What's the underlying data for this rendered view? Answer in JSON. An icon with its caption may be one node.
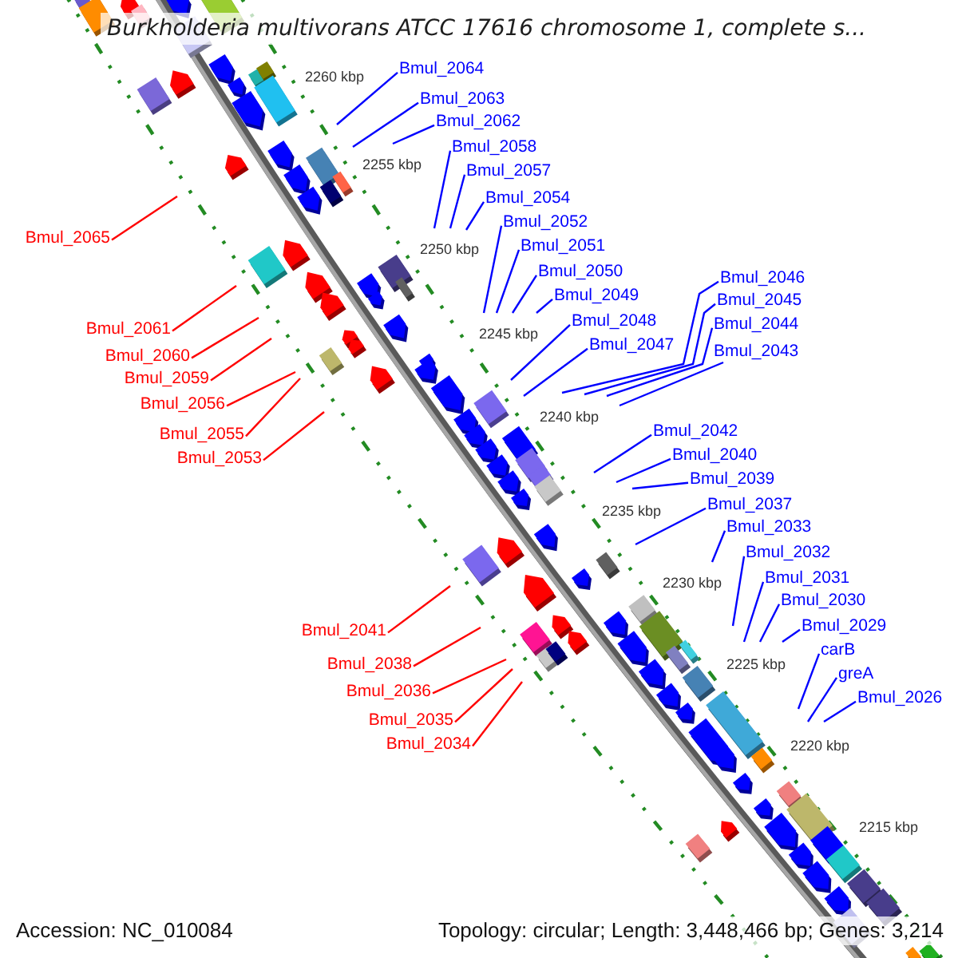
{
  "diagram": {
    "title": "Burkholderia multivorans ATCC 17616 chromosome 1, complete s...",
    "nodes": [
      {
        "text": [
          "Bmul_2064"
        ]
      },
      {
        "text": [
          "Bmul_2063"
        ]
      },
      {
        "text": [
          "Bmul_2062"
        ]
      },
      {
        "text": [
          "Bmul_2058"
        ]
      },
      {
        "text": [
          "Bmul_2057"
        ]
      },
      {
        "text": [
          "Bmul_2054"
        ]
      },
      {
        "text": [
          "Bmul_2052"
        ]
      },
      {
        "text": [
          "Bmul_2065"
        ]
      },
      {
        "text": [
          "Bmul_2051"
        ]
      },
      {
        "text": [
          "Bmul_2050"
        ]
      },
      {
        "text": [
          "Bmul_2046"
        ]
      },
      {
        "text": [
          "Bmul_2049"
        ]
      },
      {
        "text": [
          "Bmul_2045"
        ]
      },
      {
        "text": [
          "Bmul_2048"
        ]
      },
      {
        "text": [
          "Bmul_2044"
        ]
      },
      {
        "text": [
          "Bmul_2061"
        ]
      },
      {
        "text": [
          "Bmul_2047"
        ]
      },
      {
        "text": [
          "Bmul_2043"
        ]
      },
      {
        "text": [
          "Bmul_2060"
        ]
      },
      {
        "text": [
          "Bmul_2059"
        ]
      },
      {
        "text": [
          "Bmul_2056"
        ]
      },
      {
        "text": [
          "Bmul_2042"
        ]
      },
      {
        "text": [
          "Bmul_2055"
        ]
      },
      {
        "text": [
          "Bmul_2040"
        ]
      },
      {
        "text": [
          "Bmul_2053"
        ]
      },
      {
        "text": [
          "Bmul_2039"
        ]
      },
      {
        "text": [
          "Bmul_2037"
        ]
      },
      {
        "text": [
          "Bmul_2033"
        ]
      },
      {
        "text": [
          "Bmul_2032"
        ]
      },
      {
        "text": [
          "Bmul_2031"
        ]
      },
      {
        "text": [
          "Bmul_2030"
        ]
      },
      {
        "text": [
          "Bmul_2029"
        ]
      },
      {
        "text": [
          "Bmul_2041"
        ]
      },
      {
        "text": [
          "carB"
        ]
      },
      {
        "text": [
          "Bmul_2038"
        ]
      },
      {
        "text": [
          "greA"
        ]
      },
      {
        "text": [
          "Bmul_2036"
        ]
      },
      {
        "text": [
          "Bmul_2026"
        ]
      },
      {
        "text": [
          "Bmul_2035"
        ]
      },
      {
        "text": [
          "Bmul_2034"
        ]
      }
    ],
    "edges": [
      {
        "from": 0,
        "to": null,
        "arrow": "none"
      },
      {
        "from": 1,
        "to": null,
        "arrow": "none"
      },
      {
        "from": 2,
        "to": null,
        "arrow": "none"
      },
      {
        "from": 3,
        "to": null,
        "arrow": "none"
      },
      {
        "from": 4,
        "to": null,
        "arrow": "none"
      },
      {
        "from": 5,
        "to": null,
        "arrow": "none"
      },
      {
        "from": 6,
        "to": null,
        "arrow": "none"
      },
      {
        "from": 7,
        "to": null,
        "arrow": "none",
        "color": "#ff0000"
      },
      {
        "from": 8,
        "to": null,
        "arrow": "none"
      },
      {
        "from": 9,
        "to": null,
        "arrow": "none"
      },
      {
        "from": 10,
        "to": null,
        "arrow": "none"
      },
      {
        "from": 11,
        "to": null,
        "arrow": "none"
      },
      {
        "from": 12,
        "to": null,
        "arrow": "none"
      },
      {
        "from": 13,
        "to": null,
        "arrow": "none"
      },
      {
        "from": 14,
        "to": null,
        "arrow": "none"
      },
      {
        "from": 15,
        "to": null,
        "arrow": "none",
        "color": "#ff0000"
      },
      {
        "from": 16,
        "to": null,
        "arrow": "none"
      },
      {
        "from": 17,
        "to": null,
        "arrow": "none"
      },
      {
        "from": 18,
        "to": null,
        "arrow": "none",
        "color": "#ff0000"
      },
      {
        "from": 19,
        "to": null,
        "arrow": "none",
        "color": "#ff0000"
      },
      {
        "from": 20,
        "to": null,
        "arrow": "none",
        "color": "#ff0000"
      },
      {
        "from": 21,
        "to": null,
        "arrow": "none"
      },
      {
        "from": 22,
        "to": null,
        "arrow": "none",
        "color": "#ff0000"
      },
      {
        "from": 23,
        "to": null,
        "arrow": "none"
      },
      {
        "from": 24,
        "to": null,
        "arrow": "none",
        "color": "#ff0000"
      },
      {
        "from": 25,
        "to": null,
        "arrow": "none"
      },
      {
        "from": 26,
        "to": null,
        "arrow": "none"
      },
      {
        "from": 27,
        "to": null,
        "arrow": "none"
      },
      {
        "from": 28,
        "to": null,
        "arrow": "none"
      },
      {
        "from": 29,
        "to": null,
        "arrow": "none"
      },
      {
        "from": 30,
        "to": null,
        "arrow": "none"
      },
      {
        "from": 31,
        "to": null,
        "arrow": "none"
      },
      {
        "from": 32,
        "to": null,
        "arrow": "none",
        "color": "#ff0000"
      },
      {
        "from": 33,
        "to": null,
        "arrow": "none"
      },
      {
        "from": 34,
        "to": null,
        "arrow": "none",
        "color": "#ff0000"
      },
      {
        "from": 35,
        "to": null,
        "arrow": "none"
      },
      {
        "from": 36,
        "to": null,
        "arrow": "none",
        "color": "#ff0000"
      },
      {
        "from": 37,
        "to": null,
        "arrow": "none"
      },
      {
        "from": 38,
        "to": null,
        "arrow": "none",
        "color": "#ff0000"
      },
      {
        "from": 39,
        "to": null,
        "arrow": "none",
        "color": "#ff0000"
      }
    ],
    "labels": [
      "2260 kbp",
      "2255 kbp",
      "2250 kbp",
      "2245 kbp",
      "2240 kbp",
      "2235 kbp",
      "2230 kbp",
      "2225 kbp",
      "2220 kbp",
      "2215 kbp",
      "Accession: NC_010084",
      "Topology: circular; Length: 3,448,466 bp; Genes: 3,214"
    ]
  }
}
